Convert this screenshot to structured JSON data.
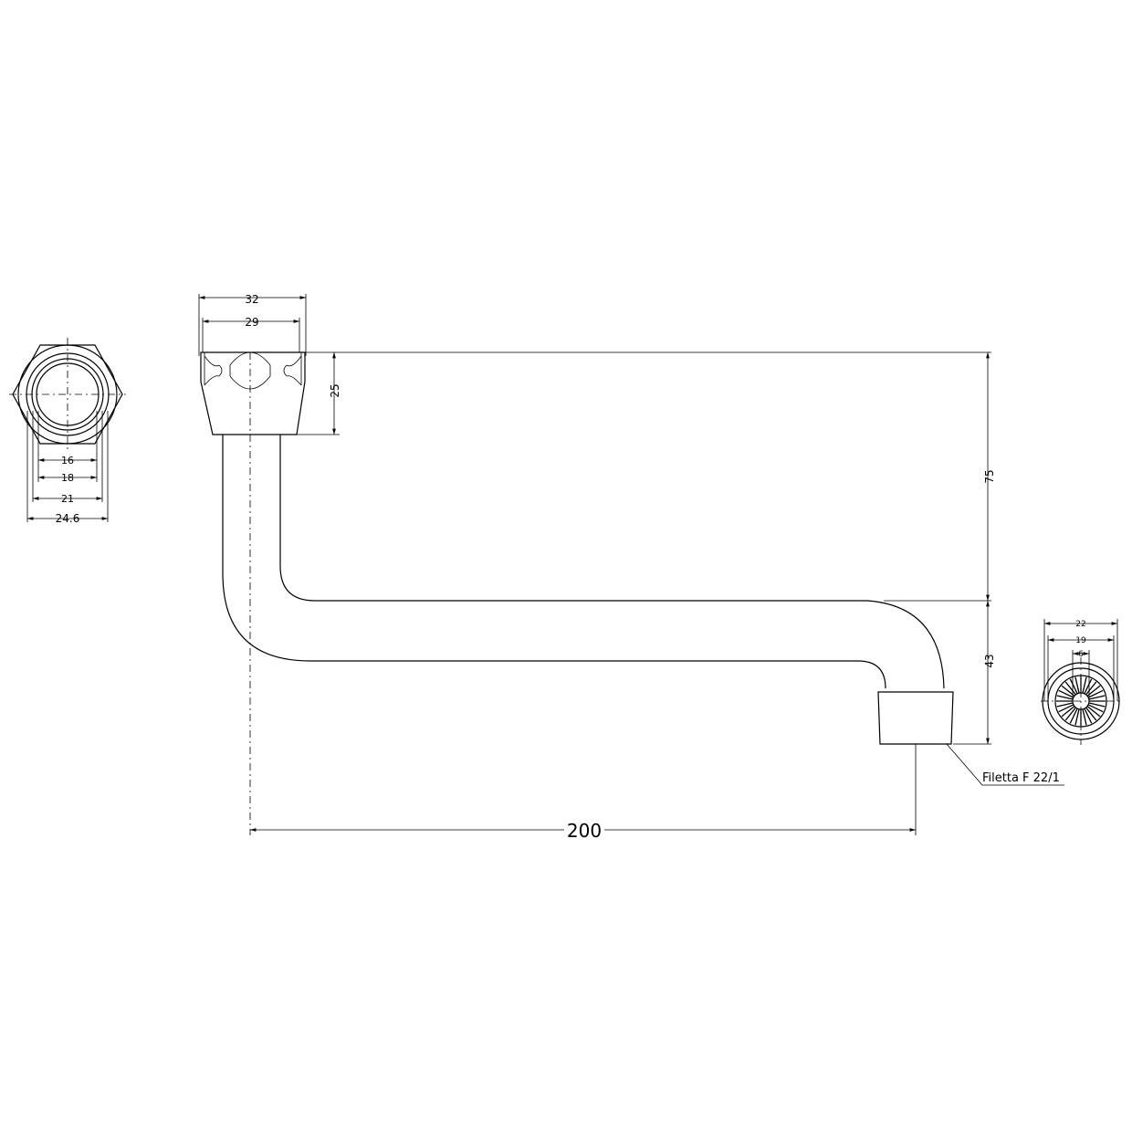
{
  "drawing": {
    "background": "#ffffff",
    "line_color": "#000000"
  },
  "dimensions": {
    "head_outer_width": "32",
    "head_inner_width": "29",
    "head_height": "25",
    "vertical_drop": "75",
    "lower_drop": "43",
    "horizontal_reach": "200",
    "hex_16": "16",
    "hex_18": "18",
    "hex_21": "21",
    "hex_24_6": "24.6",
    "aerator_22": "22",
    "aerator_19": "19",
    "aerator_6": "6"
  },
  "annotations": {
    "thread_note": "Filetta F 22/1"
  }
}
